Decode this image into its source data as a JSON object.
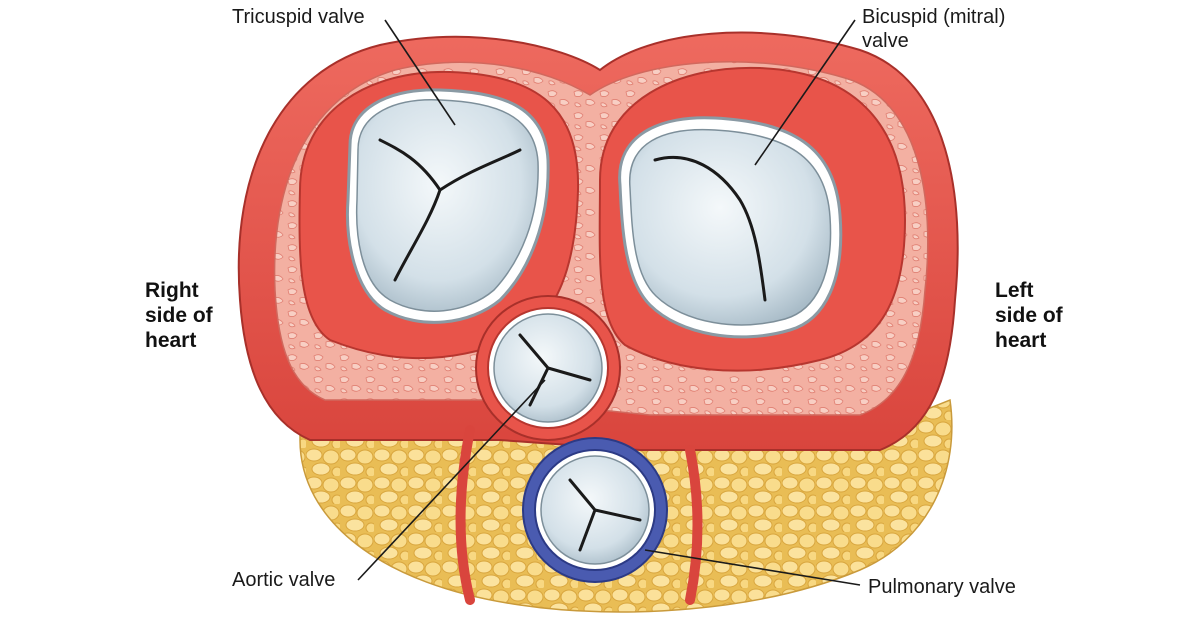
{
  "labels": {
    "tricuspid": "Tricuspid valve",
    "bicuspid_line1": "Bicuspid (mitral)",
    "bicuspid_line2": "valve",
    "aortic": "Aortic valve",
    "pulmonary": "Pulmonary valve"
  },
  "sides": {
    "right": [
      "Right",
      "side of",
      "heart"
    ],
    "left": [
      "Left",
      "side of",
      "heart"
    ]
  },
  "colors": {
    "muscle": "#e8544a",
    "muscle_light": "#f0807a",
    "muscle_dark": "#c93a33",
    "tissue": "#f2a99a",
    "fat": "#f7d57a",
    "fat_dark": "#e6b94f",
    "valve": "#d7e3ea",
    "valve_light": "#eef4f7",
    "pulmonary_ring": "#4a5bb0"
  }
}
